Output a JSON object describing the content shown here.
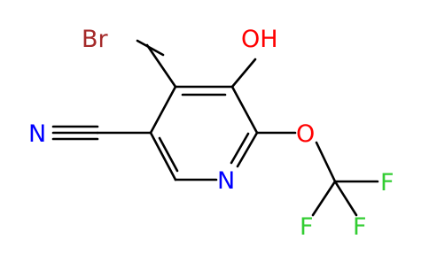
{
  "molecule": {
    "atoms": {
      "br": "Br",
      "oh": "OH",
      "n_nitrile": "N",
      "n_ring": "N",
      "o_ether": "O",
      "f1": "F",
      "f2": "F",
      "f3": "F"
    },
    "colors": {
      "bond": "#000000",
      "bromine": "#a52a2a",
      "oxygen": "#ff0000",
      "nitrogen": "#0000ff",
      "fluorine": "#32cd32"
    }
  }
}
